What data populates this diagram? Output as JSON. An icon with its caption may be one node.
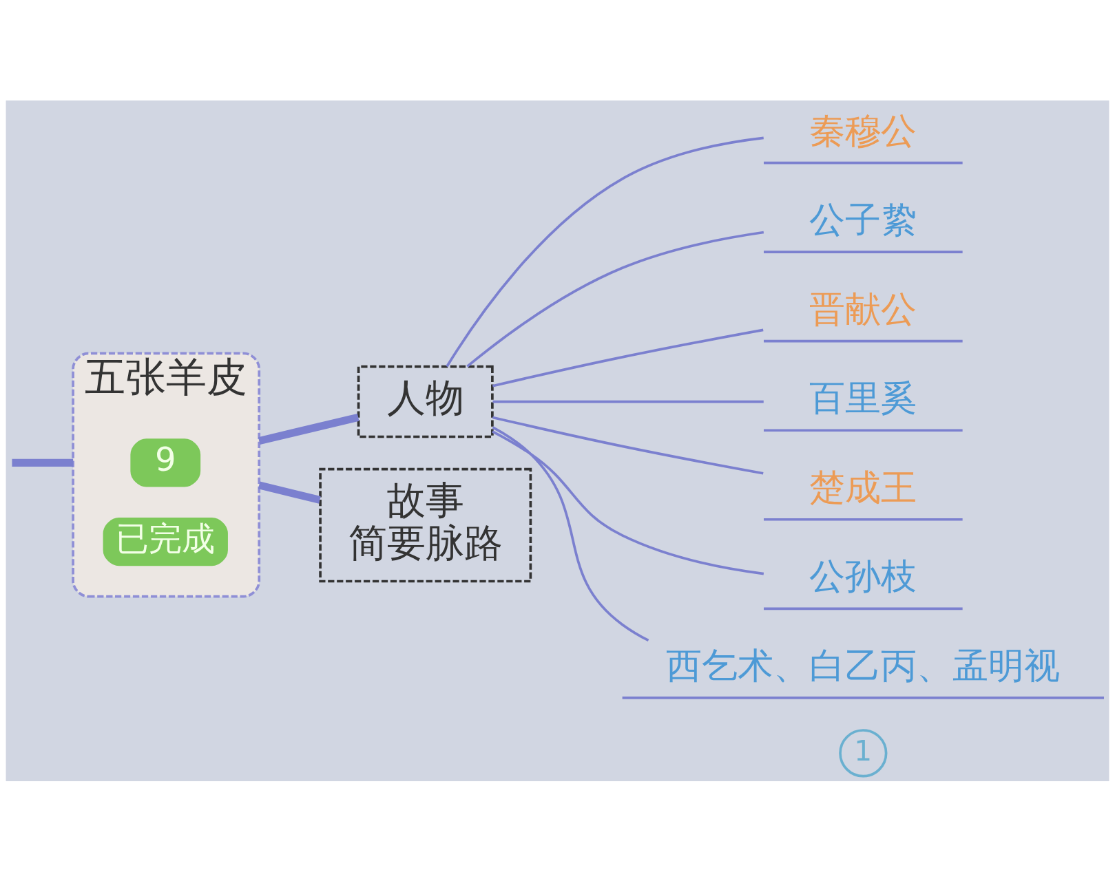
{
  "diagram": {
    "nodes": [
      {
        "text": [
          "五张羊皮"
        ]
      },
      {
        "text": [
          "9"
        ],
        "in": 0
      },
      {
        "text": [
          "已完成"
        ],
        "in": 0
      },
      {
        "text": [
          "人物"
        ]
      },
      {
        "text": [
          "秦穆公"
        ]
      },
      {
        "text": [
          "公子絷"
        ]
      },
      {
        "text": [
          "晋献公"
        ]
      },
      {
        "text": [
          "百里奚"
        ]
      },
      {
        "text": [
          "楚成王"
        ]
      },
      {
        "text": [
          "公孙枝"
        ]
      },
      {
        "text": [
          "西乞术、白乙丙、孟明视"
        ]
      },
      {
        "text": [
          "故事",
          "简要脉路"
        ]
      },
      {
        "text": [
          "1"
        ]
      }
    ],
    "edges": [
      {
        "from": null,
        "to": 0,
        "arrow": "none",
        "style": "thick"
      },
      {
        "from": 0,
        "to": 3,
        "arrow": "none",
        "style": "thick"
      },
      {
        "from": 0,
        "to": 11,
        "arrow": "none",
        "style": "thick"
      },
      {
        "from": 3,
        "to": 4,
        "arrow": "none"
      },
      {
        "from": 3,
        "to": 5,
        "arrow": "none"
      },
      {
        "from": 3,
        "to": 6,
        "arrow": "none"
      },
      {
        "from": 3,
        "to": 7,
        "arrow": "none"
      },
      {
        "from": 3,
        "to": 8,
        "arrow": "none"
      },
      {
        "from": 3,
        "to": 9,
        "arrow": "none"
      },
      {
        "from": 3,
        "to": 10,
        "arrow": "none"
      }
    ]
  }
}
